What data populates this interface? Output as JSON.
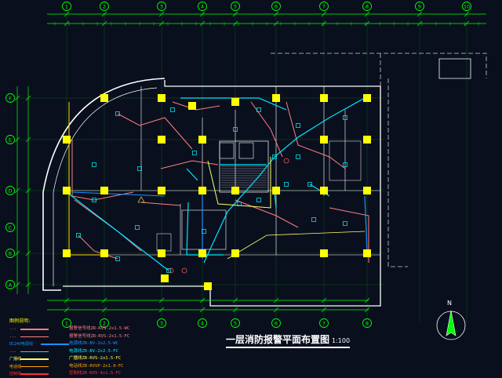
{
  "drawing": {
    "title": "一层消防报警平面布置图",
    "scale": "1:100",
    "north_label": "N"
  },
  "colors": {
    "background": "#0a0f1e",
    "axis": "#00ff00",
    "wall": "#ffffff",
    "column": "#ffff00",
    "signal_wire": "#ff7f7f",
    "bus_wire": "#00e5ff",
    "power_wire": "#ffff66",
    "broadcast_wire": "#1e90ff",
    "device": "#00e5e5",
    "label": "#ffffff"
  },
  "axes": {
    "top_bubbles": [
      "1",
      "2",
      "3",
      "4",
      "5",
      "6",
      "7",
      "8",
      "9",
      "10"
    ],
    "left_bubbles": [
      "F",
      "E",
      "D",
      "C",
      "B",
      "A"
    ]
  },
  "legend": {
    "heading": "图例说明:",
    "rows": [
      {
        "symbol": "---",
        "desc": "报警信号线ZR-RVS-2x1.5-WC",
        "color": "#ff7f7f"
      },
      {
        "symbol": "---",
        "desc": "报警信号线ZR-RVS-2x1.5-FC",
        "color": "#ff7f7f"
      },
      {
        "symbol": "DC24V电源线",
        "desc": "电源线ZR-BV-2x2.5-WC",
        "color": "#1e90ff"
      },
      {
        "symbol": "---",
        "desc": "电源线ZR-BV-2x2.5-FC",
        "color": "#00e5ff"
      },
      {
        "symbol": "广播线",
        "desc": "广播线ZR-RVS-2x1.5-FC",
        "color": "#ffff66"
      },
      {
        "symbol": "电话线",
        "desc": "电话线ZR-RVVP-2x1.0-FC",
        "color": "#ffa500"
      },
      {
        "symbol": "控制线",
        "desc": "控制线ZR-KVV-4x1.5-FC",
        "color": "#ff3030"
      }
    ]
  }
}
